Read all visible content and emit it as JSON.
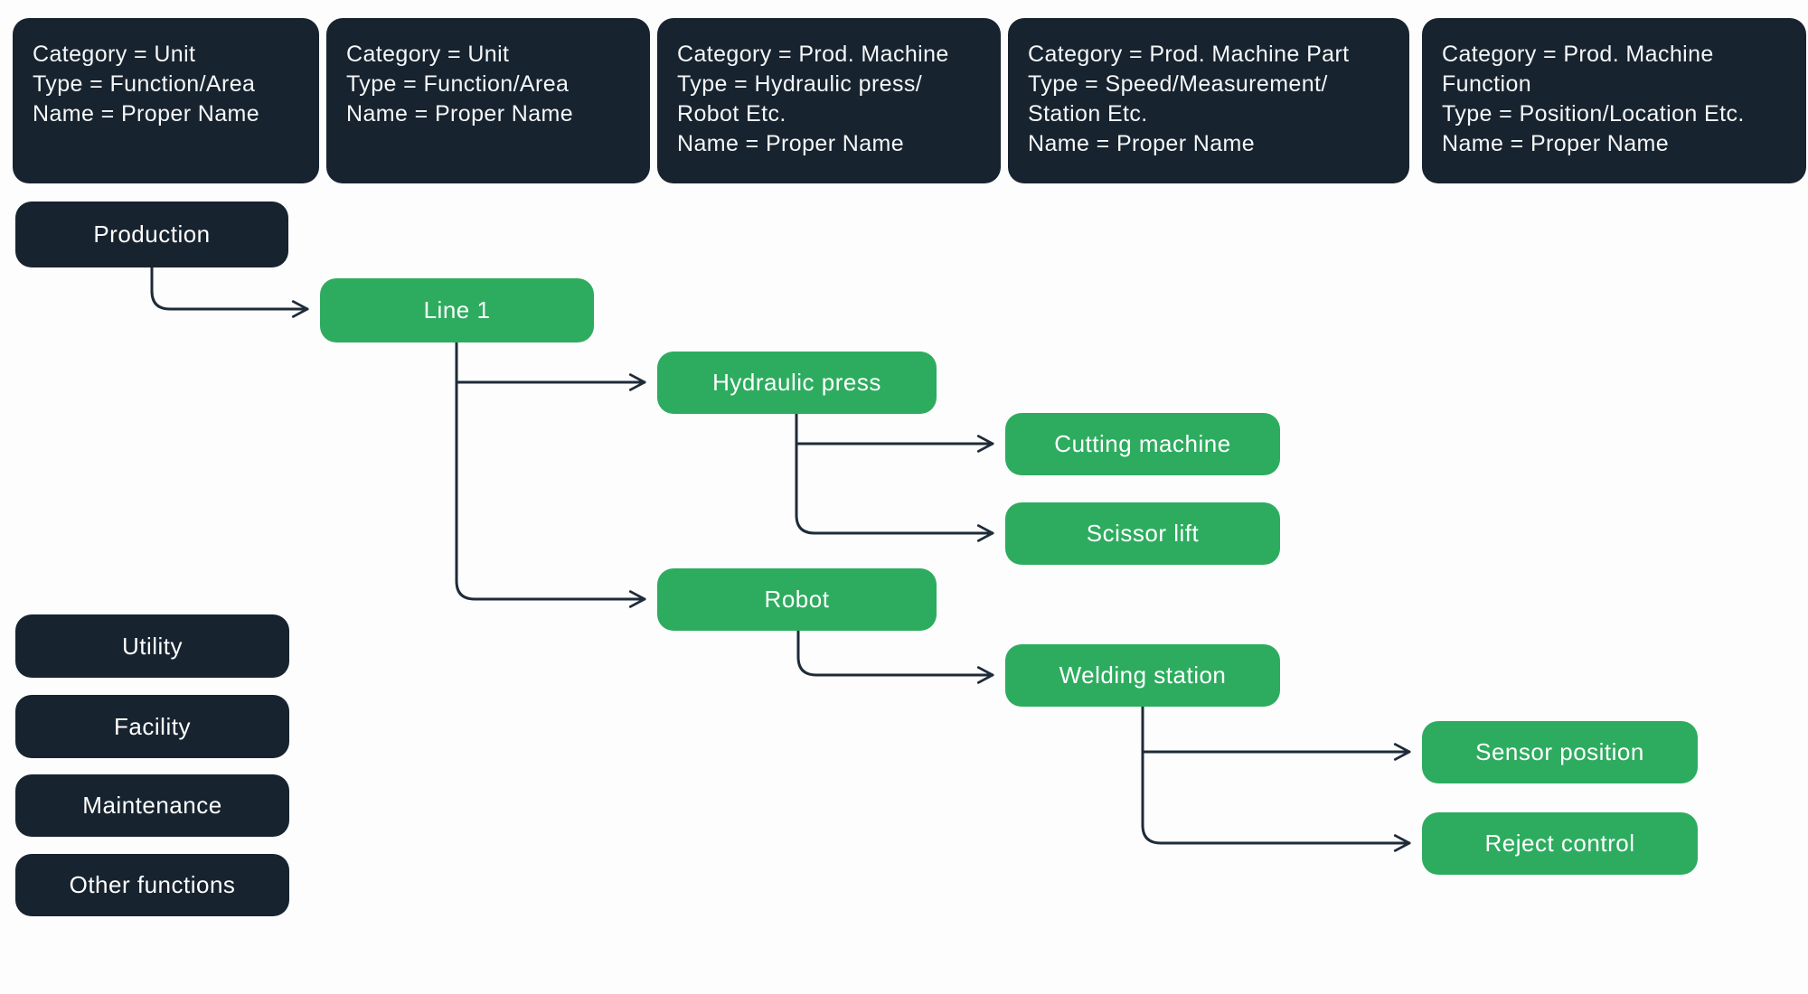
{
  "colors": {
    "navy": "#17232f",
    "green": "#2dac5f",
    "line": "#1e2b39",
    "background": "#fdfdfd"
  },
  "legend_cards": [
    {
      "text": "Category = Unit\nType = Function/Area\nName = Proper Name"
    },
    {
      "text": "Category = Unit\nType = Function/Area\nName = Proper Name"
    },
    {
      "text": "Category = Prod. Machine\nType = Hydraulic press/\nRobot Etc.\nName = Proper Name"
    },
    {
      "text": "Category = Prod. Machine Part\nType = Speed/Measurement/\nStation Etc.\nName = Proper Name"
    },
    {
      "text": "Category = Prod. Machine\nFunction\nType = Position/Location Etc.\nName = Proper Name"
    }
  ],
  "nodes": {
    "production": {
      "label": "Production"
    },
    "line1": {
      "label": "Line 1"
    },
    "hydraulic_press": {
      "label": "Hydraulic press"
    },
    "cutting_machine": {
      "label": "Cutting machine"
    },
    "scissor_lift": {
      "label": "Scissor lift"
    },
    "robot": {
      "label": "Robot"
    },
    "welding_station": {
      "label": "Welding station"
    },
    "sensor_position": {
      "label": "Sensor position"
    },
    "reject_control": {
      "label": "Reject control"
    }
  },
  "side_categories": [
    {
      "label": "Utility"
    },
    {
      "label": "Facility"
    },
    {
      "label": "Maintenance"
    },
    {
      "label": "Other functions"
    }
  ],
  "edges": [
    {
      "from": "Production",
      "to": "Line 1"
    },
    {
      "from": "Line 1",
      "to": "Hydraulic press"
    },
    {
      "from": "Line 1",
      "to": "Robot"
    },
    {
      "from": "Hydraulic press",
      "to": "Cutting machine"
    },
    {
      "from": "Hydraulic press",
      "to": "Scissor lift"
    },
    {
      "from": "Robot",
      "to": "Welding station"
    },
    {
      "from": "Welding station",
      "to": "Sensor position"
    },
    {
      "from": "Welding station",
      "to": "Reject control"
    }
  ]
}
